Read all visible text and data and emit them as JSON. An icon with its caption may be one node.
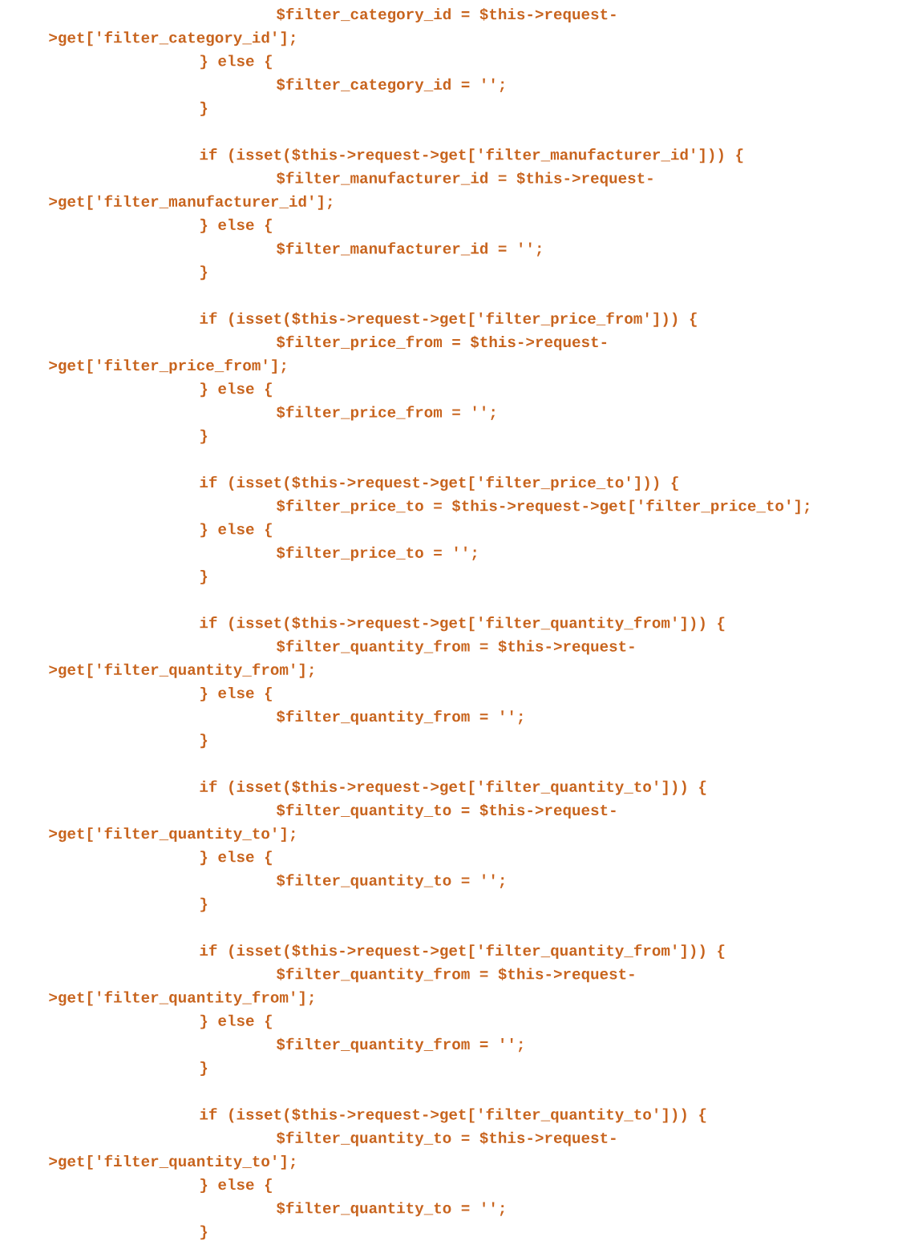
{
  "diagram": {
    "labels": [
      "$filter_category_id = $this->request-",
      ">get['filter_category_id'];",
      "} else {",
      "$filter_category_id = '';",
      "}",
      "if (isset($this->request->get['filter_manufacturer_id'])) {",
      "$filter_manufacturer_id = $this->request-",
      ">get['filter_manufacturer_id'];",
      "} else {",
      "$filter_manufacturer_id = '';",
      "}",
      "if (isset($this->request->get['filter_price_from'])) {",
      "$filter_price_from = $this->request-",
      ">get['filter_price_from'];",
      "} else {",
      "$filter_price_from = '';",
      "}",
      "if (isset($this->request->get['filter_price_to'])) {",
      "$filter_price_to = $this->request->get['filter_price_to'];",
      "} else {",
      "$filter_price_to = '';",
      "}",
      "if (isset($this->request->get['filter_quantity_from'])) {",
      "$filter_quantity_from = $this->request-",
      ">get['filter_quantity_from'];",
      "} else {",
      "$filter_quantity_from = '';",
      "}",
      "if (isset($this->request->get['filter_quantity_to'])) {",
      "$filter_quantity_to = $this->request-",
      ">get['filter_quantity_to'];",
      "} else {",
      "$filter_quantity_to = '';",
      "}",
      "if (isset($this->request->get['filter_quantity_from'])) {",
      "$filter_quantity_from = $this->request-",
      ">get['filter_quantity_from'];",
      "} else {",
      "$filter_quantity_from = '';",
      "}",
      "if (isset($this->request->get['filter_quantity_to'])) {",
      "$filter_quantity_to = $this->request-",
      ">get['filter_quantity_to'];",
      "} else {",
      "$filter_quantity_to = '';",
      "}"
    ]
  }
}
